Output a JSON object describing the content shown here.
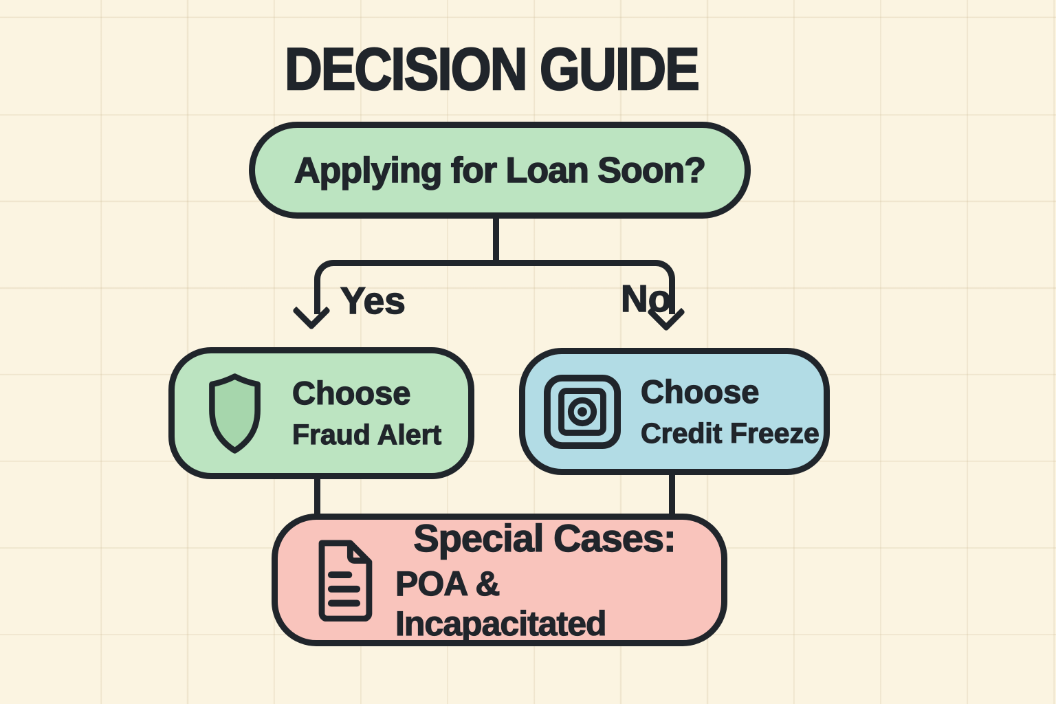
{
  "title": "DECISION GUIDE",
  "flow": {
    "question": {
      "label": "Applying for Loan Soon?"
    },
    "branches": {
      "yes": "Yes",
      "no": "No"
    },
    "nodes": {
      "fraud_alert": {
        "line1": "Choose",
        "line2": "Fraud Alert",
        "icon": "shield-icon"
      },
      "credit_freeze": {
        "line1": "Choose",
        "line2": "Credit Freeze",
        "icon": "safe-icon"
      },
      "special_cases": {
        "line1": "Special Cases:",
        "line2": "POA & Incapacitated",
        "icon": "document-icon"
      }
    }
  },
  "colors": {
    "background": "#fbf4e1",
    "ink": "#20252b",
    "green": "#bce4c1",
    "shield_fill": "#a6d6ac",
    "blue": "#b2dce5",
    "pink": "#f9c4bc"
  }
}
